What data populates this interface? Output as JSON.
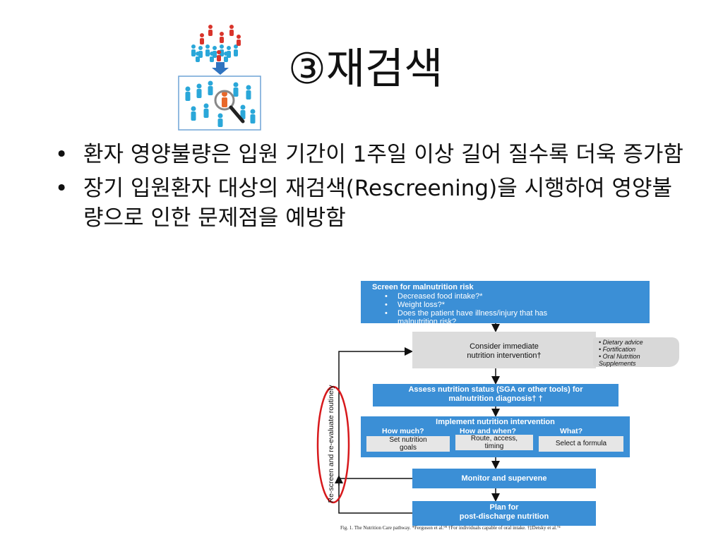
{
  "slide": {
    "title": "③재검색",
    "bullets": [
      "환자 영양불량은 입원 기간이 1주일 이상 길어 질수록 더욱 증가함",
      "장기 입원환자 대상의 재검색(Rescreening)을 시행하여 영양불량으로 인한 문제점을 예방함"
    ],
    "bullet_symbol": "•"
  },
  "logo": {
    "icon": "crowd-search-icon",
    "colors": {
      "people_blue": "#2aa7d9",
      "people_red": "#d9342b",
      "arrow": "#2f74c0",
      "frame": "#6fa3d6"
    }
  },
  "flowchart": {
    "screen": {
      "heading": "Screen for malnutrition risk",
      "items": [
        "Decreased food intake?*",
        "Weight loss?*",
        "Does the patient have illness/injury that has",
        "malnutrition risk?"
      ]
    },
    "consider": {
      "line1": "Consider immediate",
      "line2": "nutrition intervention†"
    },
    "side_note": [
      "Dietary advice",
      "Fortification",
      "Oral Nutrition",
      "Supplements"
    ],
    "assess": {
      "line1": "Assess nutrition status (SGA or other tools) for",
      "line2": "malnutrition diagnosis† †"
    },
    "implement": {
      "heading": "Implement nutrition intervention",
      "questions": [
        "How much?",
        "How and when?",
        "What?"
      ],
      "options": [
        [
          "Set nutrition",
          "goals"
        ],
        [
          "Route, access,",
          "timing"
        ],
        [
          "Select a formula"
        ]
      ]
    },
    "monitor": "Monitor and supervene",
    "plan": {
      "line1": "Plan for",
      "line2": "post-discharge nutrition"
    },
    "loop_label": "Re-screen and re-evaluate routinely",
    "caption": "Fig. 1. The Nutrition Care pathway. *Ferguson et al.⁹⁹ †For individuals capable of oral intake. †‡Detsky et al.⁷⁴",
    "colors": {
      "box_blue": "#3b8fd6",
      "box_grey": "#dcdcdc",
      "highlight_oval": "#d7191c"
    }
  }
}
